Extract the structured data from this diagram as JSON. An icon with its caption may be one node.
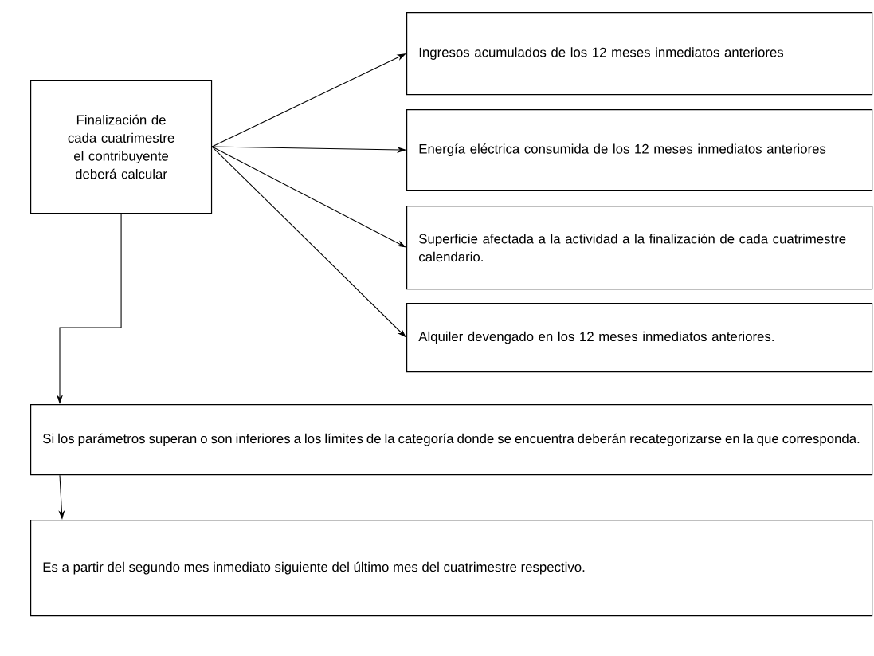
{
  "diagram": {
    "nodes": [
      {
        "text": [
          "Finalización de cada cuatrimestre el contribuyente deberá calcular"
        ]
      },
      {
        "text": [
          "Ingresos acumulados de los 12 meses inmediatos anteriores"
        ]
      },
      {
        "text": [
          "Energía eléctrica consumida de los 12 meses inmediatos anteriores"
        ]
      },
      {
        "text": [
          "Superficie afectada a la actividad a la finalización de cada cuatrimestre calendario."
        ]
      },
      {
        "text": [
          "Alquiler devengado en los 12 meses inmediatos anteriores."
        ]
      },
      {
        "text": [
          "Si los parámetros superan o son inferiores a los límites de la categoría donde se encuentra deberán recategorizarse en la que corresponda."
        ]
      },
      {
        "text": [
          "Es a partir del segundo mes inmediato siguiente del último mes del cuatrimestre respectivo."
        ]
      }
    ],
    "edges": [
      {
        "from": 0,
        "to": 1,
        "arrow": "to"
      },
      {
        "from": 0,
        "to": 2,
        "arrow": "to"
      },
      {
        "from": 0,
        "to": 3,
        "arrow": "to"
      },
      {
        "from": 0,
        "to": 4,
        "arrow": "to"
      },
      {
        "from": 0,
        "to": 5,
        "arrow": "to"
      },
      {
        "from": 5,
        "to": 6,
        "arrow": "to"
      }
    ]
  }
}
